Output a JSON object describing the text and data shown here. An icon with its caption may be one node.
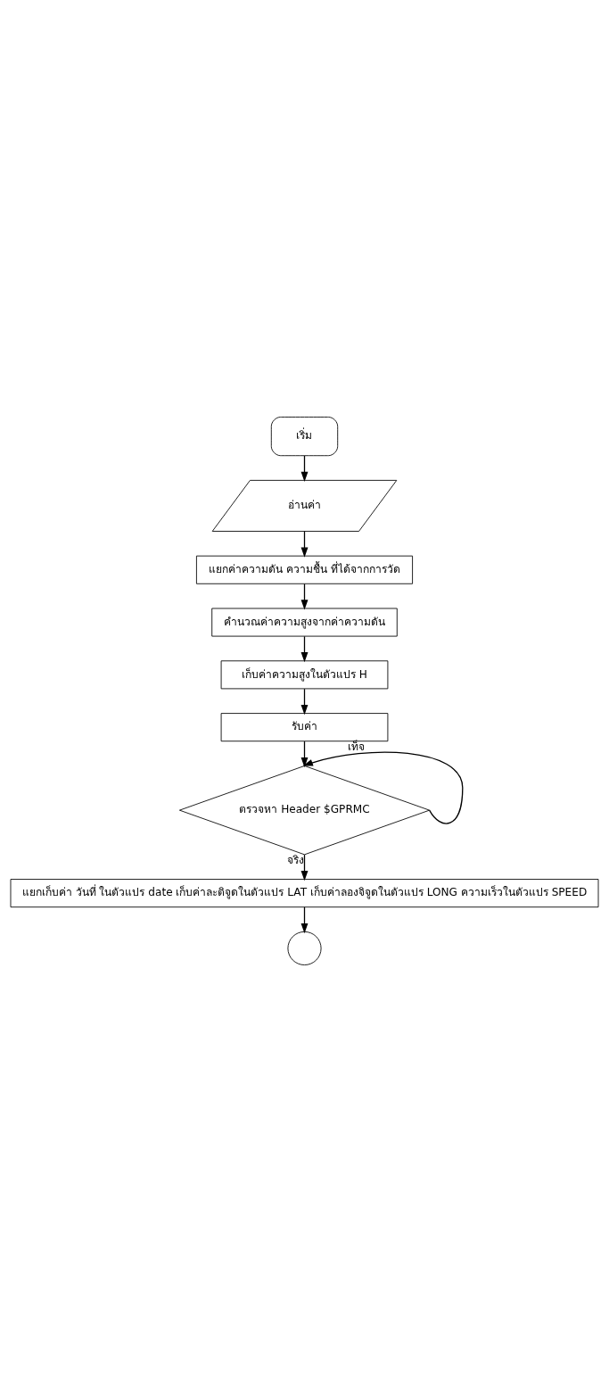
{
  "diagram": {
    "nodes": [
      {
        "text": [
          "เริ่ม"
        ]
      },
      {
        "text": [
          "อ่านค่า"
        ]
      },
      {
        "text": [
          "แยกค่าความดัน ความชื้น ที่ได้จากการวัด"
        ]
      },
      {
        "text": [
          "คำนวณค่าความสูงจากค่าความดัน"
        ]
      },
      {
        "text": [
          "เก็บค่าความสูงในตัวแปร H"
        ]
      },
      {
        "text": [
          "รับค่า"
        ]
      },
      {
        "text": [
          "ตรวจหา Header $GPRMC"
        ]
      },
      {
        "text": [
          "แยกเก็บค่า วันที่ ในตัวแปร date เก็บค่าละติจูดในตัวแปร LAT เก็บค่าลองจิจูดในตัวแปร LONG ความเร็วในตัวแปร SPEED"
        ]
      },
      {
        "text": [],
        "shape": "circle"
      }
    ],
    "edges": [
      {
        "from": 0,
        "to": 1,
        "arrow": "to"
      },
      {
        "from": 1,
        "to": 2,
        "arrow": "to"
      },
      {
        "from": 2,
        "to": 3,
        "arrow": "to"
      },
      {
        "from": 3,
        "to": 4,
        "arrow": "to"
      },
      {
        "from": 4,
        "to": 5,
        "arrow": "to"
      },
      {
        "from": 5,
        "to": 6,
        "arrow": "to"
      },
      {
        "from": 6,
        "to": 6,
        "label": "เท็จ",
        "arrow": "to"
      },
      {
        "from": 6,
        "to": 7,
        "label": "จริง",
        "arrow": "to"
      },
      {
        "from": 7,
        "to": 8,
        "arrow": "to"
      }
    ]
  }
}
